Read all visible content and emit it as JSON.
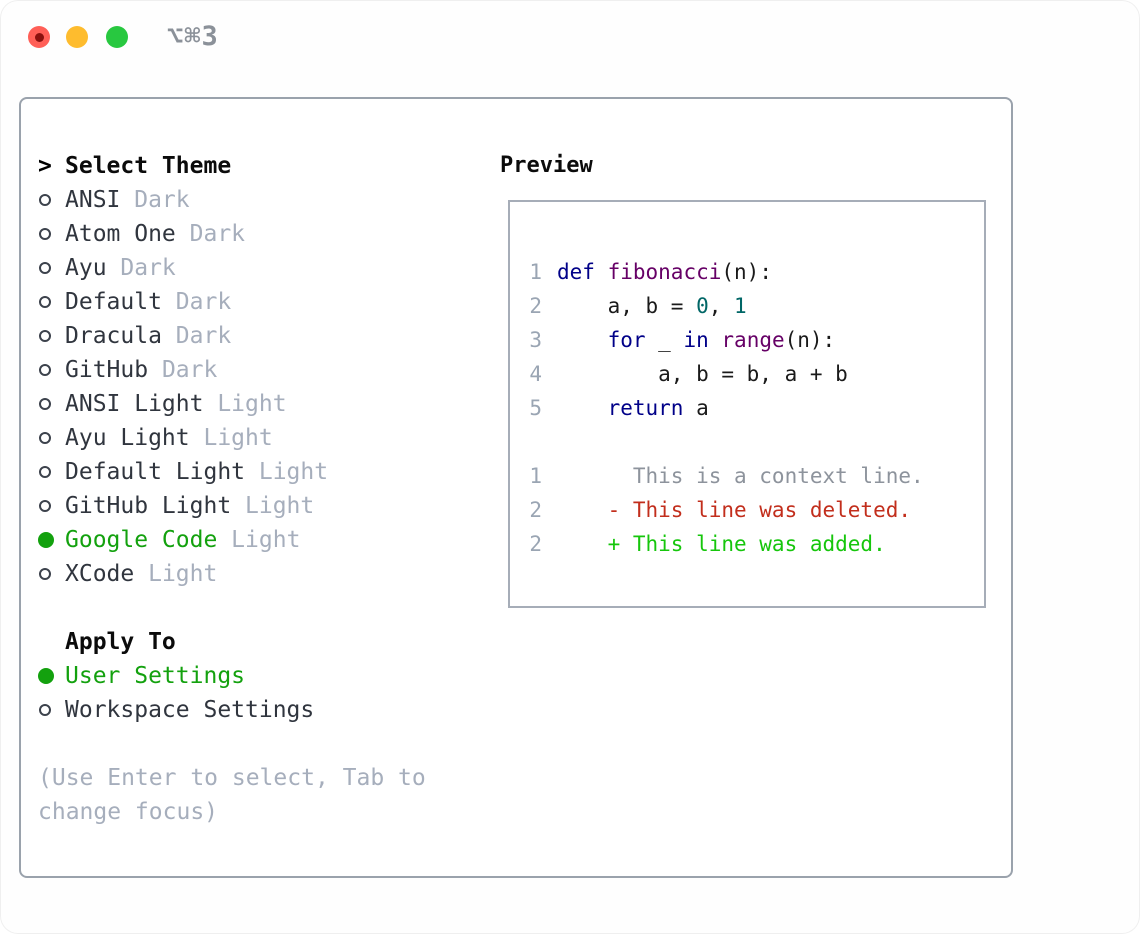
{
  "window": {
    "shortcut": "⌥⌘3"
  },
  "colors": {
    "tl_red": "#ff5f57",
    "tl_red_dot": "#8a110e",
    "tl_yellow": "#febc2e",
    "tl_green": "#28c840",
    "title_gray": "#8b9199",
    "panel_border": "#9aa2ac",
    "preview_border": "#a6adb8",
    "list_text": "#30353e",
    "ring_color": "#3c424c",
    "muted": "#a6aebc",
    "accent_green": "#13a10e",
    "line_number": "#9aa5b3",
    "code_keyword": "#000088",
    "code_function": "#660066",
    "code_number": "#006666",
    "code_plain": "#1a1a1a",
    "diff_context": "#8d939c",
    "diff_deleted": "#c22e1c",
    "diff_added": "#16c60c"
  },
  "theme_list": {
    "prompt": ">",
    "header": "Select Theme",
    "items": [
      {
        "name": "ANSI",
        "variant": "Dark",
        "selected": false
      },
      {
        "name": "Atom One",
        "variant": "Dark",
        "selected": false
      },
      {
        "name": "Ayu",
        "variant": "Dark",
        "selected": false
      },
      {
        "name": "Default",
        "variant": "Dark",
        "selected": false
      },
      {
        "name": "Dracula",
        "variant": "Dark",
        "selected": false
      },
      {
        "name": "GitHub",
        "variant": "Dark",
        "selected": false
      },
      {
        "name": "ANSI Light",
        "variant": "Light",
        "selected": false
      },
      {
        "name": "Ayu Light",
        "variant": "Light",
        "selected": false
      },
      {
        "name": "Default Light",
        "variant": "Light",
        "selected": false
      },
      {
        "name": "GitHub Light",
        "variant": "Light",
        "selected": false
      },
      {
        "name": "Google Code",
        "variant": "Light",
        "selected": true
      },
      {
        "name": "XCode",
        "variant": "Light",
        "selected": false
      }
    ]
  },
  "apply_to": {
    "header": "Apply To",
    "options": [
      {
        "label": "User Settings",
        "selected": true
      },
      {
        "label": "Workspace Settings",
        "selected": false
      }
    ]
  },
  "help_lines": [
    "(Use Enter to select, Tab to",
    "change focus)"
  ],
  "preview": {
    "header": "Preview",
    "code_lines": [
      {
        "number": "1",
        "tokens": [
          {
            "text": "def",
            "color": "keyword"
          },
          {
            "text": " ",
            "color": "plain"
          },
          {
            "text": "fibonacci",
            "color": "function"
          },
          {
            "text": "(n):",
            "color": "plain"
          }
        ]
      },
      {
        "number": "2",
        "tokens": [
          {
            "text": "    a, b = ",
            "color": "plain"
          },
          {
            "text": "0",
            "color": "number"
          },
          {
            "text": ", ",
            "color": "plain"
          },
          {
            "text": "1",
            "color": "number"
          }
        ]
      },
      {
        "number": "3",
        "tokens": [
          {
            "text": "    ",
            "color": "plain"
          },
          {
            "text": "for",
            "color": "keyword"
          },
          {
            "text": " _ ",
            "color": "plain"
          },
          {
            "text": "in",
            "color": "keyword"
          },
          {
            "text": " ",
            "color": "plain"
          },
          {
            "text": "range",
            "color": "function"
          },
          {
            "text": "(n):",
            "color": "plain"
          }
        ]
      },
      {
        "number": "4",
        "tokens": [
          {
            "text": "        a, b = b, a + b",
            "color": "plain"
          }
        ]
      },
      {
        "number": "5",
        "tokens": [
          {
            "text": "    ",
            "color": "plain"
          },
          {
            "text": "return",
            "color": "keyword"
          },
          {
            "text": " a",
            "color": "plain"
          }
        ]
      }
    ],
    "diff_lines": [
      {
        "number": "1",
        "text": "      This is a context line.",
        "type": "context"
      },
      {
        "number": "2",
        "text": "    - This line was deleted.",
        "type": "deleted"
      },
      {
        "number": "2",
        "text": "    + This line was added.",
        "type": "added"
      }
    ]
  }
}
